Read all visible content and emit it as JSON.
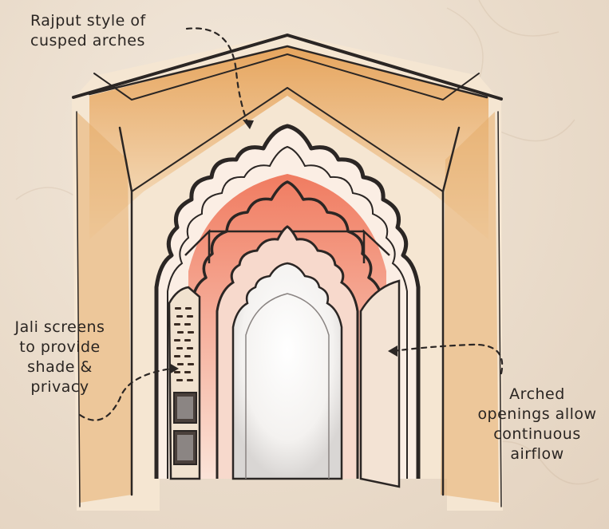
{
  "annotations": {
    "arches": {
      "lines": [
        "Rajput style of",
        "cusped arches"
      ]
    },
    "jali": {
      "lines": [
        "Jali screens",
        "to provide",
        "shade &",
        "privacy"
      ]
    },
    "airflow": {
      "lines": [
        "Arched",
        "openings allow",
        "continuous",
        "airflow"
      ]
    }
  },
  "colors": {
    "background": "#eadccb",
    "ochre": "#e0a35a",
    "coral": "#ef7a5e",
    "ink": "#2a2522"
  }
}
